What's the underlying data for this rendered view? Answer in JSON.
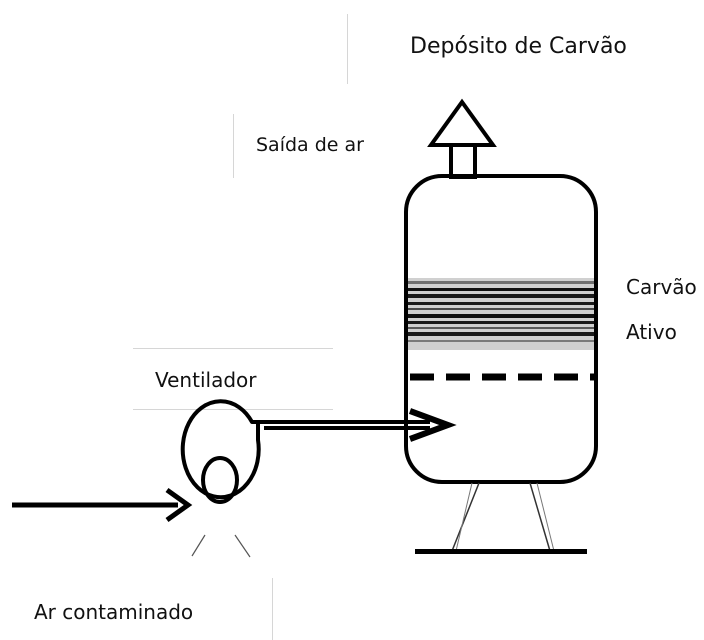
{
  "labels": {
    "deposito": "Depósito de Carvão",
    "saida": "Saída de ar",
    "carvao": "Carvão",
    "ativo": "Ativo",
    "ventilador": "Ventilador",
    "ar_contaminado": "Ar contaminado"
  }
}
